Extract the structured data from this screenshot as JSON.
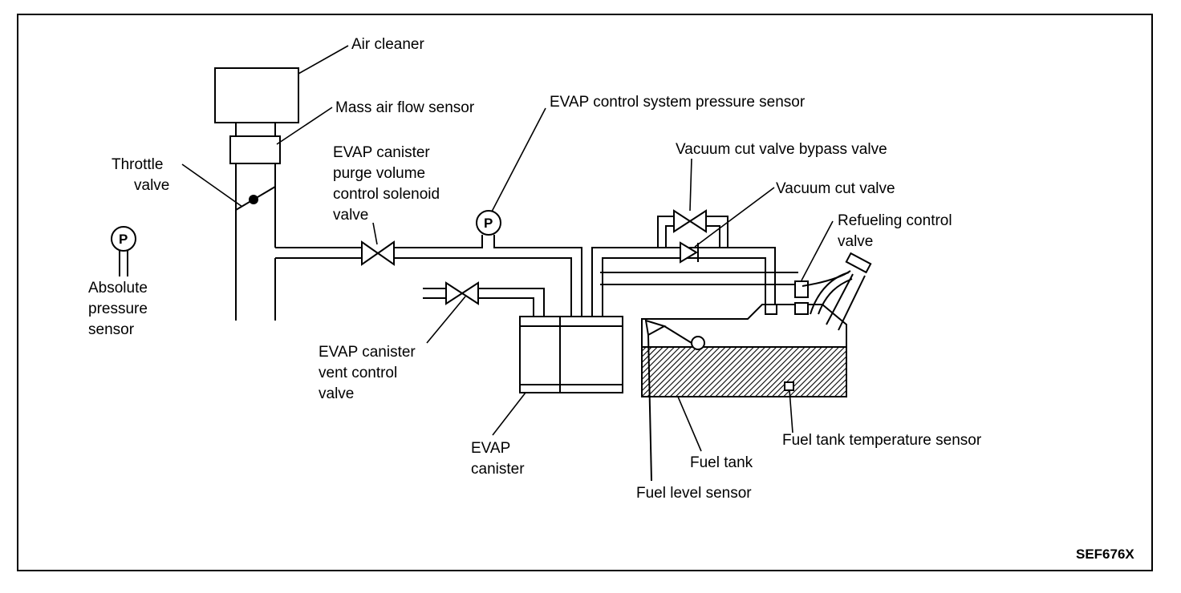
{
  "labels": {
    "air_cleaner": "Air cleaner",
    "mass_air_flow_sensor": "Mass air flow sensor",
    "throttle_valve_1": "Throttle",
    "throttle_valve_2": "valve",
    "absolute_pressure_1": "Absolute",
    "absolute_pressure_2": "pressure",
    "absolute_pressure_3": "sensor",
    "purge_valve_1": "EVAP canister",
    "purge_valve_2": "purge volume",
    "purge_valve_3": "control solenoid",
    "purge_valve_4": "valve",
    "pressure_sensor": "EVAP control system pressure sensor",
    "bypass_valve": "Vacuum cut valve bypass valve",
    "vacuum_cut_valve": "Vacuum cut valve",
    "refueling_valve_1": "Refueling control",
    "refueling_valve_2": "valve",
    "vent_valve_1": "EVAP canister",
    "vent_valve_2": "vent control",
    "vent_valve_3": "valve",
    "canister_1": "EVAP",
    "canister_2": "canister",
    "fuel_tank_temp_sensor": "Fuel tank temperature sensor",
    "fuel_tank": "Fuel tank",
    "fuel_level_sensor": "Fuel level sensor"
  },
  "symbols": {
    "pressure_symbol": "P"
  },
  "figure_code": "SEF676X",
  "colors": {
    "line": "#000000",
    "background": "#ffffff"
  }
}
